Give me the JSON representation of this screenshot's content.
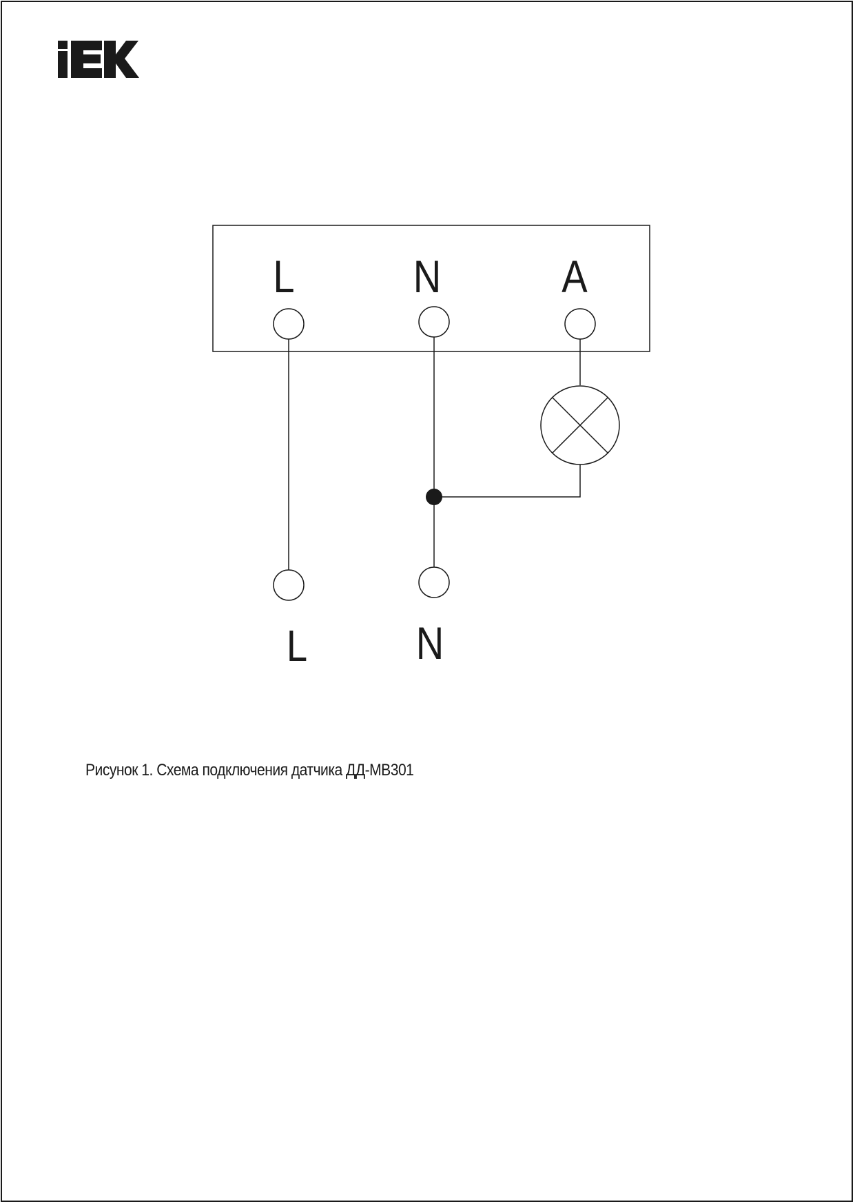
{
  "logo": {
    "text": "IEK"
  },
  "terminal_block": {
    "labels": [
      "L",
      "N",
      "A"
    ]
  },
  "supply_terminals": {
    "labels": [
      "L",
      "N"
    ]
  },
  "lamp": {
    "icon": "lamp-icon"
  },
  "caption": {
    "text": "Рисунок 1. Схема подключения датчика ДД-МВ301"
  },
  "colors": {
    "ink": "#1a1a1a",
    "paper": "#ffffff"
  }
}
